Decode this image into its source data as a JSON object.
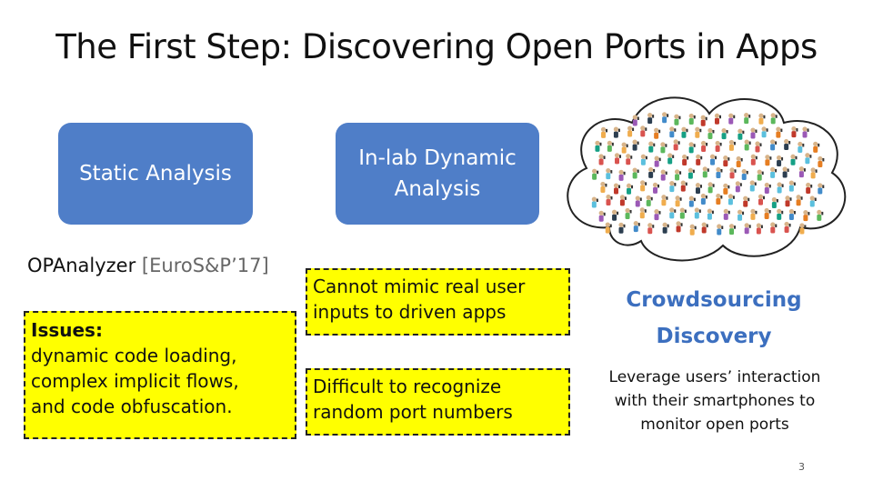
{
  "slide": {
    "title": "The First Step: Discovering Open Ports in Apps",
    "static_box": "Static Analysis",
    "dynamic_box_line1": "In-lab Dynamic",
    "dynamic_box_line2": "Analysis",
    "opanalyzer_name": "OPAnalyzer",
    "opanalyzer_ref": "[EuroS&P’17]",
    "issues_heading": "Issues:",
    "issues_lines": [
      "dynamic code loading,",
      "complex implicit flows,",
      "and code obfuscation."
    ],
    "mimic_lines": [
      "Cannot mimic real user",
      "inputs to driven apps"
    ],
    "random_lines": [
      "Difficult to recognize",
      "random port numbers"
    ],
    "crowd_title_line1": "Crowdsourcing",
    "crowd_title_line2": "Discovery",
    "crowd_desc_lines": [
      "Leverage users’ interaction",
      "with their smartphones to",
      "monitor open ports"
    ],
    "page_number": "3"
  },
  "colors": {
    "blue_box": "#4f7ec8",
    "yellow_box": "#ffff00",
    "crowd_title": "#3c6fbf"
  },
  "icons": [
    "cloud-icon",
    "crowd-people-icon"
  ]
}
